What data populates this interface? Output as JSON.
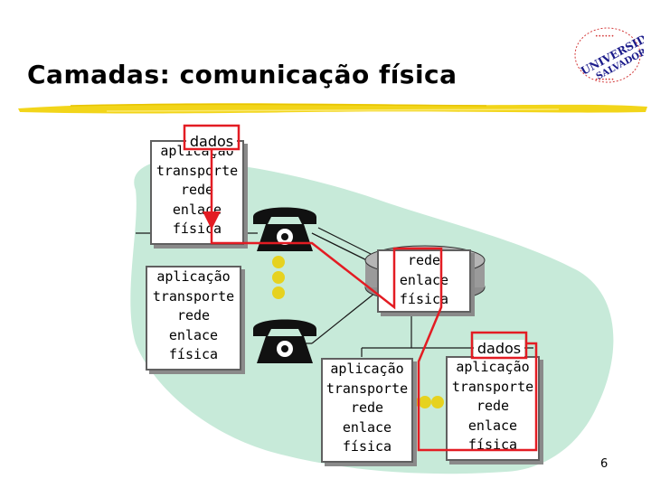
{
  "slide": {
    "title": "Camadas: comunicação física",
    "page_number": "6",
    "logo": {
      "text_outer": "UNIVERSIDADE",
      "text_inner": "SALVADOR"
    }
  },
  "stacks": {
    "host_top_left": [
      "aplicação",
      "transporte",
      "rede",
      "enlace",
      "física"
    ],
    "host_bottom_left": [
      "aplicação",
      "transporte",
      "rede",
      "enlace",
      "física"
    ],
    "router": [
      "rede",
      "enlace",
      "física"
    ],
    "host_bottom_center": [
      "aplicação",
      "transporte",
      "rede",
      "enlace",
      "física"
    ],
    "host_bottom_right": [
      "aplicação",
      "transporte",
      "rede",
      "enlace",
      "física"
    ]
  },
  "labels": {
    "dados_source": "dados",
    "dados_destination": "dados"
  },
  "colors": {
    "cloud": "#c7ead9",
    "path": "#e31c23",
    "link_dots": "#e6d21f",
    "brush": "#f2d51a"
  }
}
